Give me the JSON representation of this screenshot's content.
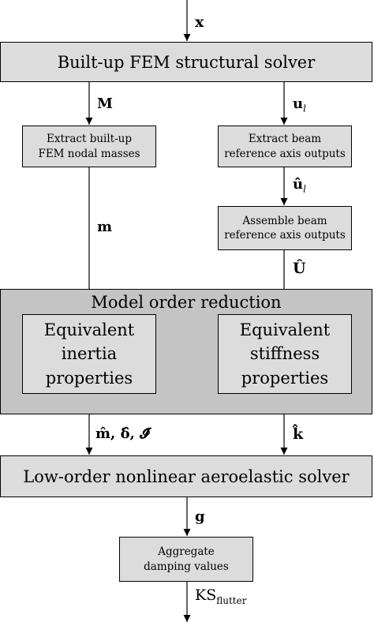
{
  "boxes": {
    "solver_top": "Built-up FEM structural solver",
    "extract_masses": "Extract built-up\nFEM nodal masses",
    "extract_beam": "Extract beam\nreference axis outputs",
    "assemble_beam": "Assemble beam\nreference axis outputs",
    "mor": "Model order reduction",
    "inertia": "Equivalent\ninertia\nproperties",
    "stiffness": "Equivalent\nstiffness\nproperties",
    "aero_solver": "Low-order nonlinear aeroelastic solver",
    "aggregate": "Aggregate\ndamping values"
  },
  "labels": {
    "x": "x",
    "M": "M",
    "u_base": "u",
    "u_sub": "l",
    "uhat_base": "û",
    "uhat_sub": "l",
    "m": "m",
    "Uhat": "Û",
    "inertia_vars": "m̂, δ̂, 𝓘̂",
    "k": "k̂",
    "g": "g",
    "ks_base": "KS",
    "ks_sub": "flutter"
  },
  "colors": {
    "box_light": "#dcdcdc",
    "box_mid": "#c4c4c4",
    "line": "#000000"
  }
}
